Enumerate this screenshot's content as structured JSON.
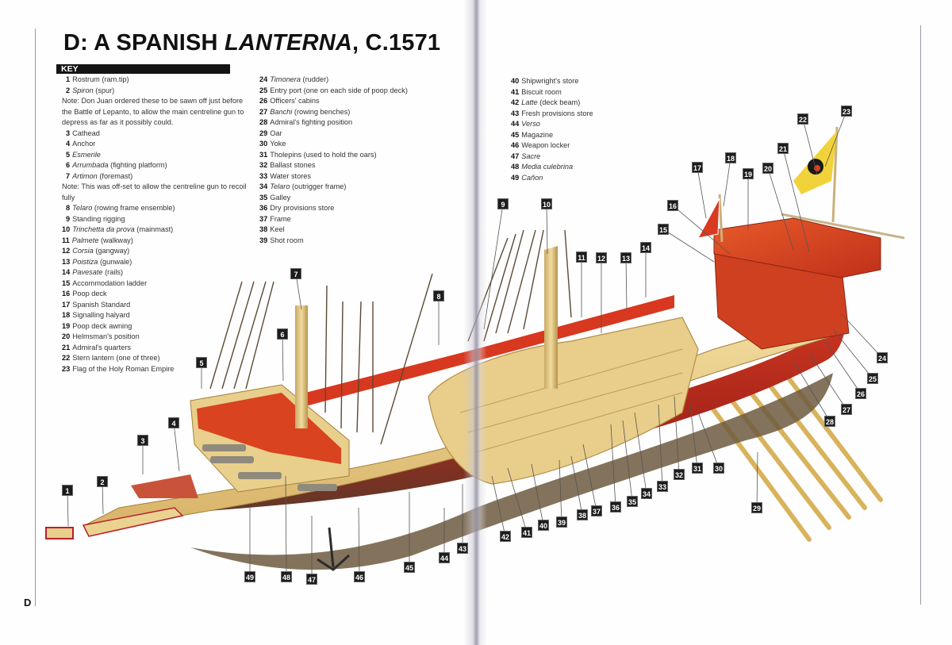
{
  "page": {
    "folio": "D",
    "title_prefix": "D: A SPANISH ",
    "title_italic": "LANTERNA",
    "title_suffix": ", C.1571",
    "key_heading": "KEY"
  },
  "colors": {
    "key_bar": "#141414",
    "callout_bg": "#1c1c1c",
    "hull_red": "#c8321e",
    "timber": "#e8cf8a",
    "awning": "#d9431f",
    "flag_yellow": "#f2d23a"
  },
  "key": {
    "col1": [
      {
        "num": "1",
        "term": "",
        "text": "Rostrum (ram.tip)"
      },
      {
        "num": "2",
        "term": "Spiron",
        "text": " (spur)"
      },
      {
        "note": "Note: Don Juan ordered these to be sawn off just before the Battle of Lepanto, to allow the main centreline gun to depress as far as it possibly could."
      },
      {
        "num": "3",
        "term": "",
        "text": "Cathead"
      },
      {
        "num": "4",
        "term": "",
        "text": "Anchor"
      },
      {
        "num": "5",
        "term": "Esmerile",
        "text": ""
      },
      {
        "num": "6",
        "term": "Arrumbada",
        "text": " (fighting platform)"
      },
      {
        "num": "7",
        "term": "Artimon",
        "text": " (foremast)"
      },
      {
        "note": "Note: This was off-set to allow the centreline gun to recoil fully"
      },
      {
        "num": "8",
        "term": "Telaro",
        "text": " (rowing frame ensemble)"
      },
      {
        "num": "9",
        "term": "",
        "text": "Standing rigging"
      },
      {
        "num": "10",
        "term": "Trinchetta da prova",
        "text": " (mainmast)"
      },
      {
        "num": "11",
        "term": "Palmete",
        "text": " (walkway)"
      },
      {
        "num": "12",
        "term": "Corsia",
        "text": " (gangway)"
      },
      {
        "num": "13",
        "term": "Poistiza",
        "text": " (gunwale)"
      },
      {
        "num": "14",
        "term": "Pavesate",
        "text": " (rails)"
      },
      {
        "num": "15",
        "term": "",
        "text": "Accommodation ladder"
      },
      {
        "num": "16",
        "term": "",
        "text": "Poop deck"
      },
      {
        "num": "17",
        "term": "",
        "text": "Spanish Standard"
      },
      {
        "num": "18",
        "term": "",
        "text": "Signalling halyard"
      },
      {
        "num": "19",
        "term": "",
        "text": "Poop deck awning"
      },
      {
        "num": "20",
        "term": "",
        "text": "Helmsman's position"
      },
      {
        "num": "21",
        "term": "",
        "text": "Admiral's quarters"
      },
      {
        "num": "22",
        "term": "",
        "text": "Stern lantern (one of three)"
      },
      {
        "num": "23",
        "term": "",
        "text": "Flag of the Holy Roman Empire"
      }
    ],
    "col2": [
      {
        "num": "24",
        "term": "Timonera",
        "text": " (rudder)"
      },
      {
        "num": "25",
        "term": "",
        "text": "Entry port (one on each side of poop deck)"
      },
      {
        "num": "26",
        "term": "",
        "text": "Officers' cabins"
      },
      {
        "num": "27",
        "term": "Banchi",
        "text": " (rowing benches)"
      },
      {
        "num": "28",
        "term": "",
        "text": "Admiral's fighting position"
      },
      {
        "num": "29",
        "term": "",
        "text": "Oar"
      },
      {
        "num": "30",
        "term": "",
        "text": "Yoke"
      },
      {
        "num": "31",
        "term": "",
        "text": "Tholepins (used to hold the oars)"
      },
      {
        "num": "32",
        "term": "",
        "text": "Ballast stones"
      },
      {
        "num": "33",
        "term": "",
        "text": "Water stores"
      },
      {
        "num": "34",
        "term": "Telaro",
        "text": " (outrigger frame)"
      },
      {
        "num": "35",
        "term": "",
        "text": "Galley"
      },
      {
        "num": "36",
        "term": "",
        "text": "Dry provisions store"
      },
      {
        "num": "37",
        "term": "",
        "text": "Frame"
      },
      {
        "num": "38",
        "term": "",
        "text": "Keel"
      },
      {
        "num": "39",
        "term": "",
        "text": "Shot room"
      }
    ],
    "col3": [
      {
        "num": "40",
        "term": "",
        "text": "Shipwright's store"
      },
      {
        "num": "41",
        "term": "",
        "text": "Biscuit room"
      },
      {
        "num": "42",
        "term": "Latte",
        "text": " (deck beam)"
      },
      {
        "num": "43",
        "term": "",
        "text": "Fresh provisions store"
      },
      {
        "num": "44",
        "term": "Verso",
        "text": ""
      },
      {
        "num": "45",
        "term": "",
        "text": "Magazine"
      },
      {
        "num": "46",
        "term": "",
        "text": "Weapon locker"
      },
      {
        "num": "47",
        "term": "Sacre",
        "text": ""
      },
      {
        "num": "48",
        "term": "Media culebrina",
        "text": ""
      },
      {
        "num": "49",
        "term": "Cañon",
        "text": ""
      }
    ]
  },
  "callouts": [
    "1",
    "2",
    "3",
    "4",
    "5",
    "6",
    "7",
    "8",
    "9",
    "10",
    "11",
    "12",
    "13",
    "14",
    "15",
    "16",
    "17",
    "18",
    "19",
    "20",
    "21",
    "22",
    "23",
    "24",
    "25",
    "26",
    "27",
    "28",
    "29",
    "30",
    "31",
    "32",
    "33",
    "34",
    "35",
    "36",
    "37",
    "38",
    "39",
    "40",
    "41",
    "42",
    "43",
    "44",
    "45",
    "46",
    "47",
    "48",
    "49"
  ]
}
